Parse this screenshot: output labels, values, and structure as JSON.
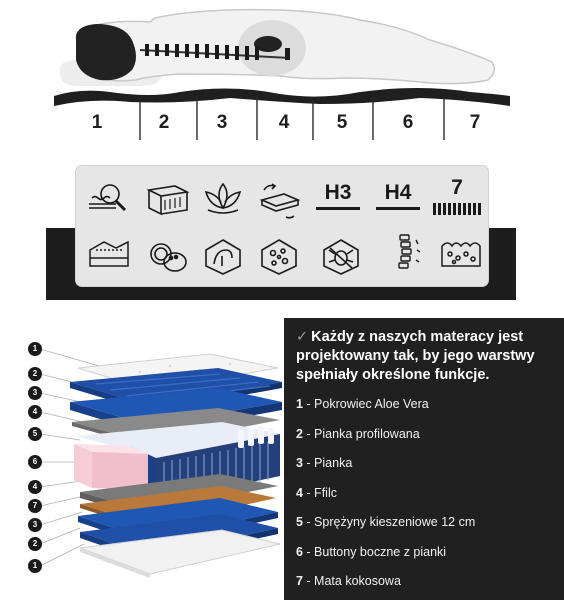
{
  "zones": {
    "numbers": [
      "1",
      "2",
      "3",
      "4",
      "5",
      "6",
      "7"
    ]
  },
  "features": {
    "row1_icons": [
      "water-layer-magnify-icon",
      "pocket-spring-block-icon",
      "lotus-aloe-icon",
      "mattress-flip-icon"
    ],
    "hardness": [
      "H3",
      "H4"
    ],
    "zone_count": "7",
    "row2_icons": [
      "mattress-layers-icon",
      "coconut-icon",
      "antiallergic-icon",
      "antibacterial-icon",
      "anti-mite-icon",
      "spine-icon",
      "memory-foam-icon"
    ]
  },
  "layers_figure": {
    "badges_left": [
      "1",
      "2",
      "3",
      "4",
      "5",
      "6",
      "4",
      "7",
      "3",
      "2",
      "1"
    ]
  },
  "info": {
    "heading_check": "✓",
    "heading": "Każdy z naszych materacy jest projektowany tak, by jego warstwy spełniały określone funkcje.",
    "items": [
      {
        "num": "1",
        "text": " - Pokrowiec Aloe Vera"
      },
      {
        "num": "2",
        "text": " - Pianka profilowana"
      },
      {
        "num": "3",
        "text": " - Pianka"
      },
      {
        "num": "4",
        "text": " - Ffilc"
      },
      {
        "num": "5",
        "text": " - Sprężyny kieszeniowe 12 cm"
      },
      {
        "num": "6",
        "text": " - Buttony boczne z pianki"
      },
      {
        "num": "7",
        "text": " - Mata kokosowa"
      }
    ]
  },
  "colors": {
    "foam_blue": "#1e4fa8",
    "felt_gray": "#7a7a7a",
    "coco_brown": "#b57a3c",
    "side_pink": "#f6cfd8",
    "panel_dark": "#202020"
  }
}
